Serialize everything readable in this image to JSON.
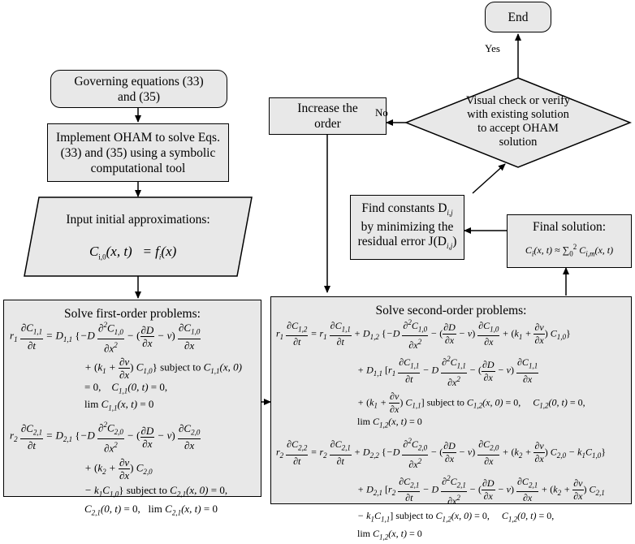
{
  "nodes": {
    "governing": "Governing equations (33) and (35)",
    "implement": "Implement OHAM to solve Eqs. (33) and (35) using a symbolic computational tool",
    "input_title": "Input initial approximations:",
    "input_formula": "C_{i,0}(x,t) = f_i(x)",
    "first_order_title": "Solve first-order problems:",
    "second_order_title": "Solve second-order problems:",
    "increase_order": "Increase the order",
    "visual_check": "Visual check or verify with existing solution to accept OHAM solution",
    "find_constants_line1": "Find constants D",
    "find_constants_line2": "by minimizing the",
    "find_constants_line3": "residual error J(D",
    "final_title": "Final solution:",
    "end": "End"
  },
  "edge_labels": {
    "yes": "Yes",
    "no": "No"
  },
  "colors": {
    "box_fill": "#e8e8e8",
    "border": "#000000"
  }
}
